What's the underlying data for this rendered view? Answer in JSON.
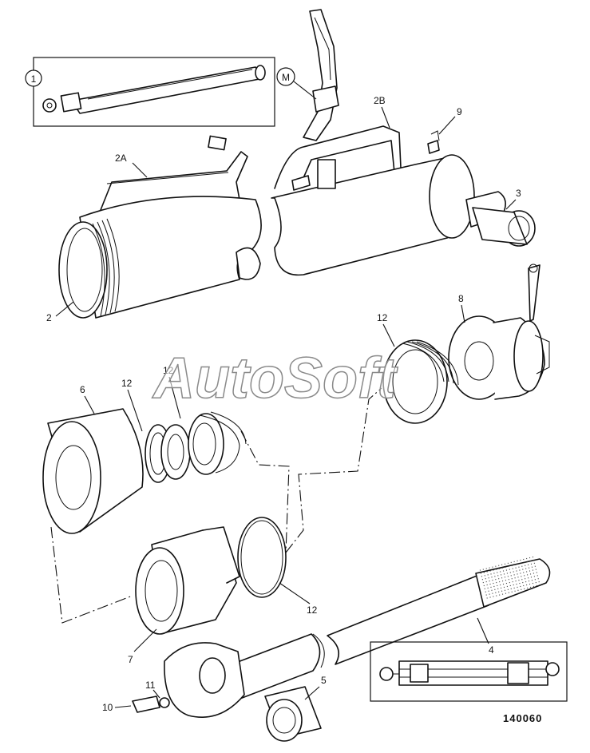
{
  "watermark": "AutoSoft",
  "drawing_number": "140060",
  "callouts": {
    "c1": "1",
    "cM": "M",
    "c2A": "2A",
    "c2B": "2B",
    "c9": "9",
    "c3": "3",
    "c2": "2",
    "c12a": "12",
    "c8": "8",
    "c6": "6",
    "c12b": "12",
    "c12c": "12",
    "c12d": "12",
    "c4": "4",
    "c7": "7",
    "c11": "11",
    "c10": "10",
    "c5": "5"
  }
}
